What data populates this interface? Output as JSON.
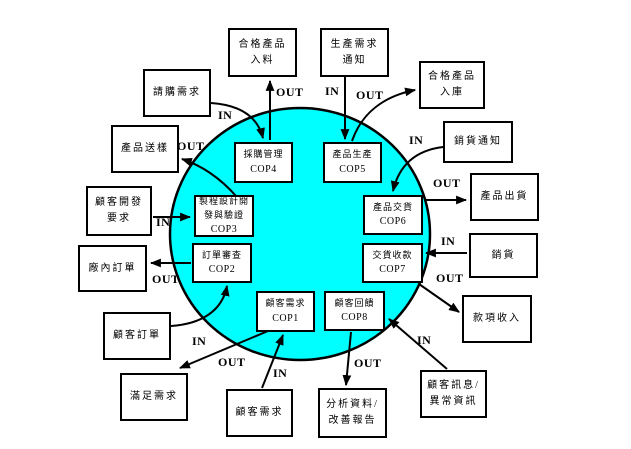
{
  "diagram": {
    "type": "process-interaction-diagram",
    "colors": {
      "circle_fill": "#00ffff",
      "line": "#000000",
      "box_fill": "#ffffff",
      "background": "#ffffff"
    },
    "internal_processes": [
      {
        "code": "COP1",
        "lines": [
          "顧客需求"
        ]
      },
      {
        "code": "COP2",
        "lines": [
          "訂單審查"
        ]
      },
      {
        "code": "COP3",
        "lines": [
          "製程設計開",
          "發與驗證"
        ]
      },
      {
        "code": "COP4",
        "lines": [
          "採購管理"
        ]
      },
      {
        "code": "COP5",
        "lines": [
          "產品生產"
        ]
      },
      {
        "code": "COP6",
        "lines": [
          "產品交貨"
        ]
      },
      {
        "code": "COP7",
        "lines": [
          "交貨收款"
        ]
      },
      {
        "code": "COP8",
        "lines": [
          "顧客回饋"
        ]
      }
    ],
    "external_items": [
      {
        "lines": [
          "合格產品",
          "入料"
        ]
      },
      {
        "lines": [
          "生產需求",
          "通知"
        ]
      },
      {
        "lines": [
          "合格產品",
          "入庫"
        ]
      },
      {
        "lines": [
          "請購需求"
        ]
      },
      {
        "lines": [
          "銷貨通知"
        ]
      },
      {
        "lines": [
          "產品送樣"
        ]
      },
      {
        "lines": [
          "產品出貨"
        ]
      },
      {
        "lines": [
          "顧客開發",
          "要求"
        ]
      },
      {
        "lines": [
          "銷貨"
        ]
      },
      {
        "lines": [
          "廠內訂單"
        ]
      },
      {
        "lines": [
          "款項收入"
        ]
      },
      {
        "lines": [
          "顧客訂單"
        ]
      },
      {
        "lines": [
          "滿足需求"
        ]
      },
      {
        "lines": [
          "顧客需求"
        ]
      },
      {
        "lines": [
          "分析資料/",
          "改善報告"
        ]
      },
      {
        "lines": [
          "顧客訊息/",
          "異常資訊"
        ]
      }
    ],
    "flows": [
      {
        "direction": "IN",
        "from": "請購需求",
        "to": "COP4"
      },
      {
        "direction": "OUT",
        "from": "COP4",
        "to": "合格產品入料"
      },
      {
        "direction": "IN",
        "from": "生產需求通知",
        "to": "COP5"
      },
      {
        "direction": "OUT",
        "from": "COP5",
        "to": "合格產品入庫"
      },
      {
        "direction": "IN",
        "from": "銷貨通知",
        "to": "COP6"
      },
      {
        "direction": "OUT",
        "from": "COP6",
        "to": "產品出貨"
      },
      {
        "direction": "IN",
        "from": "銷貨",
        "to": "COP7"
      },
      {
        "direction": "OUT",
        "from": "COP7",
        "to": "款項收入"
      },
      {
        "direction": "IN",
        "from": "顧客訊息/異常資訊",
        "to": "COP8"
      },
      {
        "direction": "OUT",
        "from": "COP8",
        "to": "分析資料/改善報告"
      },
      {
        "direction": "IN",
        "from": "顧客需求",
        "to": "COP1"
      },
      {
        "direction": "OUT",
        "from": "COP1",
        "to": "滿足需求"
      },
      {
        "direction": "IN",
        "from": "顧客訂單",
        "to": "COP2"
      },
      {
        "direction": "OUT",
        "from": "COP2",
        "to": "廠內訂單"
      },
      {
        "direction": "IN",
        "from": "顧客開發要求",
        "to": "COP3"
      },
      {
        "direction": "OUT",
        "from": "COP3",
        "to": "產品送樣"
      }
    ]
  }
}
